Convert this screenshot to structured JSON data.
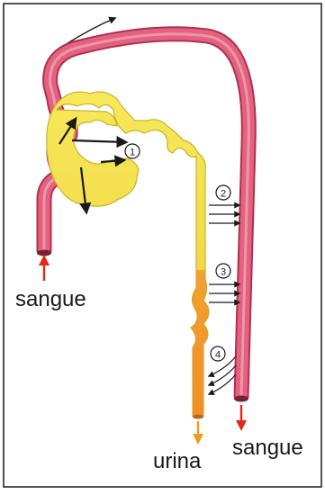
{
  "labels": {
    "blood_in": "sangue",
    "blood_out": "sangue",
    "urine": "urina"
  },
  "steps": [
    "1",
    "2",
    "3",
    "4"
  ],
  "colors": {
    "vessel_fill": "#e2627f",
    "vessel_edge": "#b0304f",
    "vessel_highlight": "#f3a3b5",
    "tubule_fill": "#f2e04b",
    "tubule_edge": "#c9b22a",
    "tubule_orange": "#f0902a",
    "arrow_red": "#e02a18",
    "arrow_orange": "#f09a20",
    "ink": "#1a1a1a"
  }
}
